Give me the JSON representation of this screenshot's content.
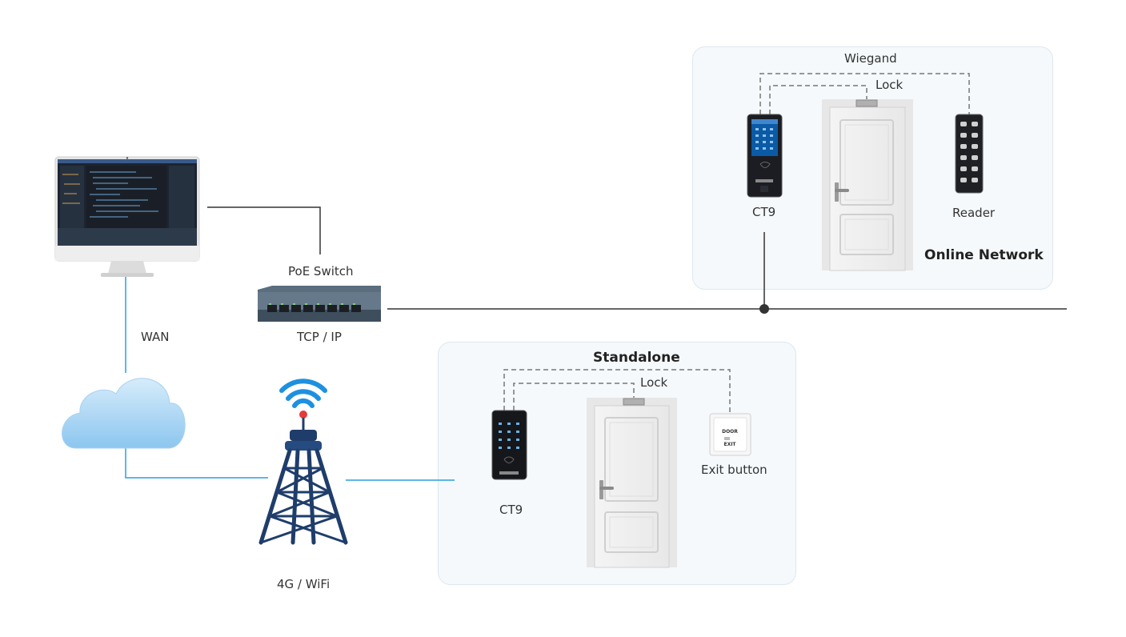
{
  "labels": {
    "poe_switch": "PoE Switch",
    "tcp_ip": "TCP / IP",
    "wan": "WAN",
    "wireless": "4G / WiFi",
    "online_network": "Online Network",
    "standalone": "Standalone",
    "wiegand": "Wiegand",
    "lock_online": "Lock",
    "lock_standalone": "Lock",
    "ct9_online": "CT9",
    "ct9_standalone": "CT9",
    "reader": "Reader",
    "exit_button": "Exit button"
  },
  "exit_button_text": {
    "top": "DOOR",
    "bottom": "EXIT"
  },
  "colors": {
    "panel_bg": "#f5f9fc",
    "wire": "#333333",
    "wan_line": "#2a9fe0",
    "dashed": "#777777",
    "tower": "#1f3d6b",
    "wifi": "#1e90e0",
    "cloud": "#bfe0f7"
  }
}
